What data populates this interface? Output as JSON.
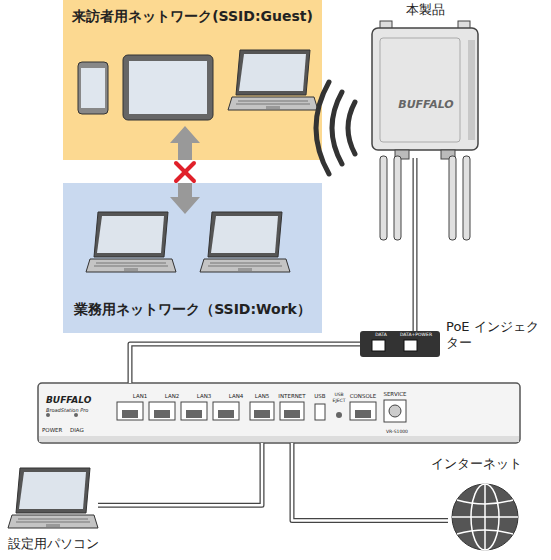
{
  "diagram": {
    "nodes": [
      {
        "text": [
          "来訪者用ネットワーク(SSID:Guest)"
        ]
      },
      {
        "text": [
          "業務用ネットワーク（SSID:Work）"
        ]
      },
      {
        "text": [
          "本製品",
          "BUFFALO"
        ]
      },
      {
        "text": [
          "PoE インジェクター",
          "DATA",
          "DATA+POWER"
        ]
      },
      {
        "text": [
          "BUFFALO",
          "BroadStation Pro",
          "POWER",
          "DIAG",
          "LAN1",
          "LAN2",
          "LAN3",
          "LAN4",
          "LAN5",
          "INTERNET",
          "USB",
          "USB EJECT",
          "CONSOLE",
          "SERVICE",
          "VR-S1000"
        ]
      },
      {
        "text": [
          "設定用パソコン"
        ]
      },
      {
        "text": [
          "インターネット"
        ]
      }
    ],
    "edges": [
      {
        "from": 2,
        "to": 3,
        "arrow": "none"
      },
      {
        "from": 3,
        "to": 4,
        "arrow": "none"
      },
      {
        "from": 4,
        "to": 5,
        "arrow": "none"
      },
      {
        "from": 4,
        "to": 6,
        "arrow": "none"
      }
    ]
  }
}
